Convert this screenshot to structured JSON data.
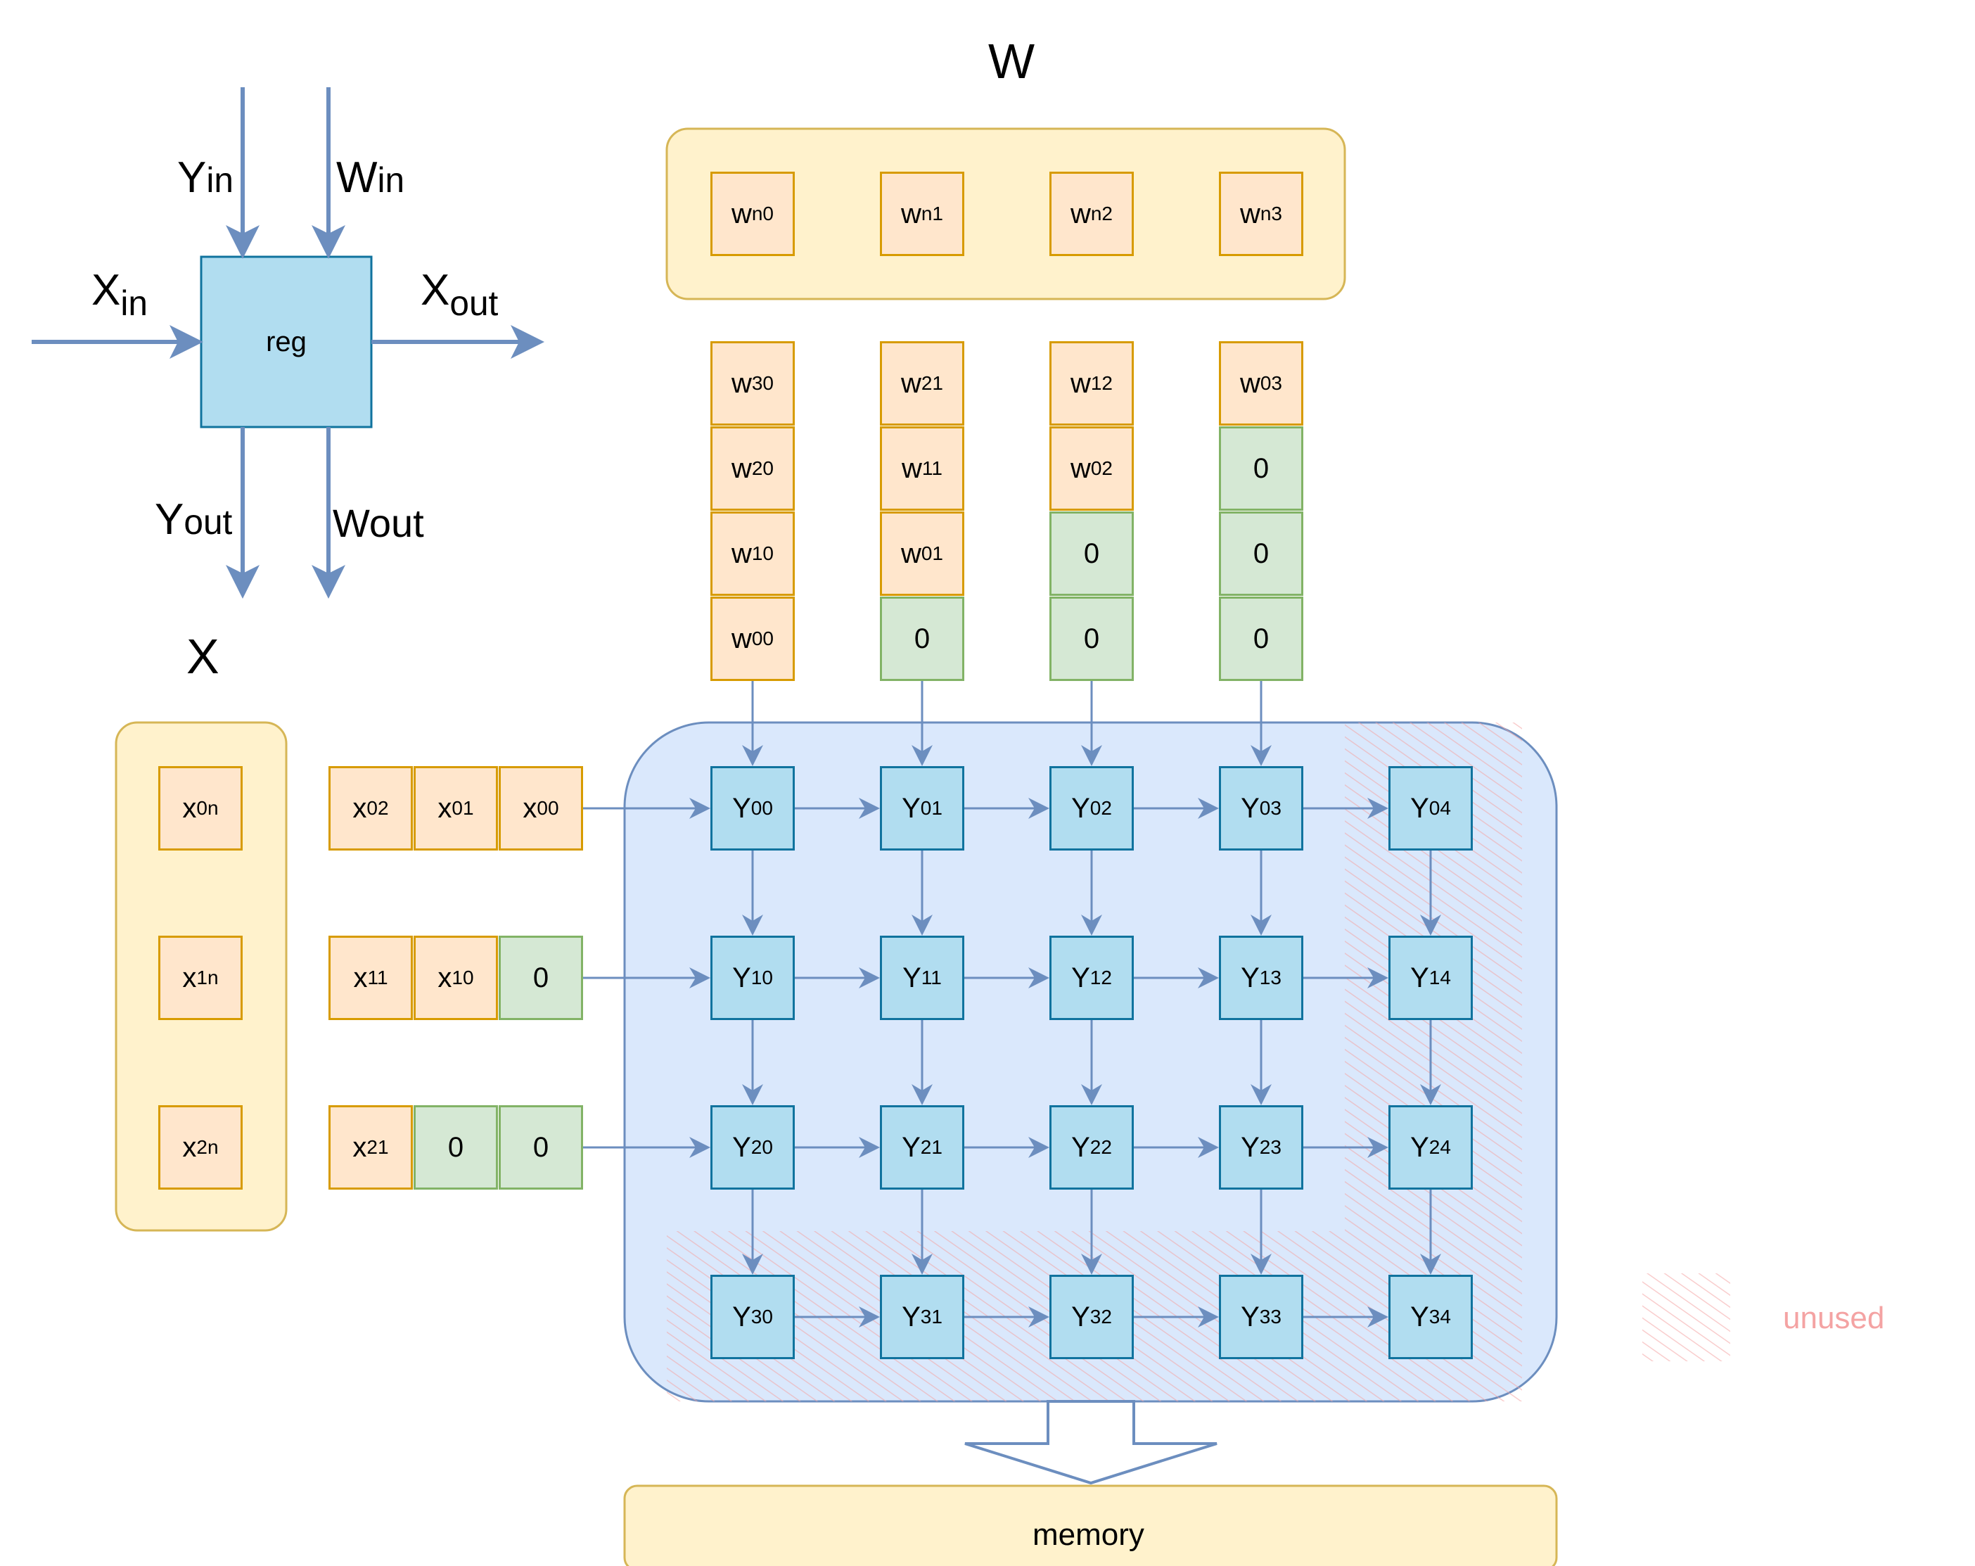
{
  "pe_diagram": {
    "reg_label": "reg",
    "y_in": {
      "main": "Y",
      "sub": "in"
    },
    "w_in": {
      "main": "W",
      "sub": "in"
    },
    "x_in": {
      "main": "X",
      "sub": "in"
    },
    "x_out": {
      "main": "X",
      "sub": "out"
    },
    "y_out": {
      "main": "Y",
      "sub": "out"
    },
    "w_out": {
      "main": "W",
      "sub": "out"
    }
  },
  "w_title": "W",
  "x_title": "X",
  "w_bank": [
    {
      "main": "w",
      "sub": "n0"
    },
    {
      "main": "w",
      "sub": "n1"
    },
    {
      "main": "w",
      "sub": "n2"
    },
    {
      "main": "w",
      "sub": "n3"
    }
  ],
  "w_columns": [
    [
      {
        "main": "w",
        "sub": "30"
      },
      {
        "main": "w",
        "sub": "20"
      },
      {
        "main": "w",
        "sub": "10"
      },
      {
        "main": "w",
        "sub": "00"
      }
    ],
    [
      {
        "main": "w",
        "sub": "21"
      },
      {
        "main": "w",
        "sub": "11"
      },
      {
        "main": "w",
        "sub": "01"
      },
      {
        "main": "0",
        "sub": ""
      }
    ],
    [
      {
        "main": "w",
        "sub": "12"
      },
      {
        "main": "w",
        "sub": "02"
      },
      {
        "main": "0",
        "sub": ""
      },
      {
        "main": "0",
        "sub": ""
      }
    ],
    [
      {
        "main": "w",
        "sub": "03"
      },
      {
        "main": "0",
        "sub": ""
      },
      {
        "main": "0",
        "sub": ""
      },
      {
        "main": "0",
        "sub": ""
      }
    ]
  ],
  "x_bank": [
    {
      "main": "x",
      "sub": "0n"
    },
    {
      "main": "x",
      "sub": "1n"
    },
    {
      "main": "x",
      "sub": "2n"
    }
  ],
  "x_rows": [
    [
      {
        "main": "x",
        "sub": "02"
      },
      {
        "main": "x",
        "sub": "01"
      },
      {
        "main": "x",
        "sub": "00"
      }
    ],
    [
      {
        "main": "x",
        "sub": "11"
      },
      {
        "main": "x",
        "sub": "10"
      },
      {
        "main": "0",
        "sub": ""
      }
    ],
    [
      {
        "main": "x",
        "sub": "21"
      },
      {
        "main": "0",
        "sub": ""
      },
      {
        "main": "0",
        "sub": ""
      }
    ]
  ],
  "y_grid": [
    [
      {
        "main": "Y",
        "sub": "00"
      },
      {
        "main": "Y",
        "sub": "01"
      },
      {
        "main": "Y",
        "sub": "02"
      },
      {
        "main": "Y",
        "sub": "03"
      },
      {
        "main": "Y",
        "sub": "04"
      }
    ],
    [
      {
        "main": "Y",
        "sub": "10"
      },
      {
        "main": "Y",
        "sub": "11"
      },
      {
        "main": "Y",
        "sub": "12"
      },
      {
        "main": "Y",
        "sub": "13"
      },
      {
        "main": "Y",
        "sub": "14"
      }
    ],
    [
      {
        "main": "Y",
        "sub": "20"
      },
      {
        "main": "Y",
        "sub": "21"
      },
      {
        "main": "Y",
        "sub": "22"
      },
      {
        "main": "Y",
        "sub": "23"
      },
      {
        "main": "Y",
        "sub": "24"
      }
    ],
    [
      {
        "main": "Y",
        "sub": "30"
      },
      {
        "main": "Y",
        "sub": "31"
      },
      {
        "main": "Y",
        "sub": "32"
      },
      {
        "main": "Y",
        "sub": "33"
      },
      {
        "main": "Y",
        "sub": "34"
      }
    ]
  ],
  "legend": {
    "label": "unused"
  },
  "memory_label": "memory",
  "colors": {
    "w_fill": "#ffe6cc",
    "w_stroke": "#d79b00",
    "zero_fill": "#d5e8d4",
    "zero_stroke": "#82b366",
    "y_fill": "#b1ddf0",
    "y_stroke": "#10739e",
    "bank_fill": "#fff2cc",
    "bank_stroke": "#d6b656",
    "array_fill": "#dae8fc",
    "array_stroke": "#6c8ebf",
    "arrow": "#6c8ebf",
    "unused": "#f4a3a3"
  }
}
